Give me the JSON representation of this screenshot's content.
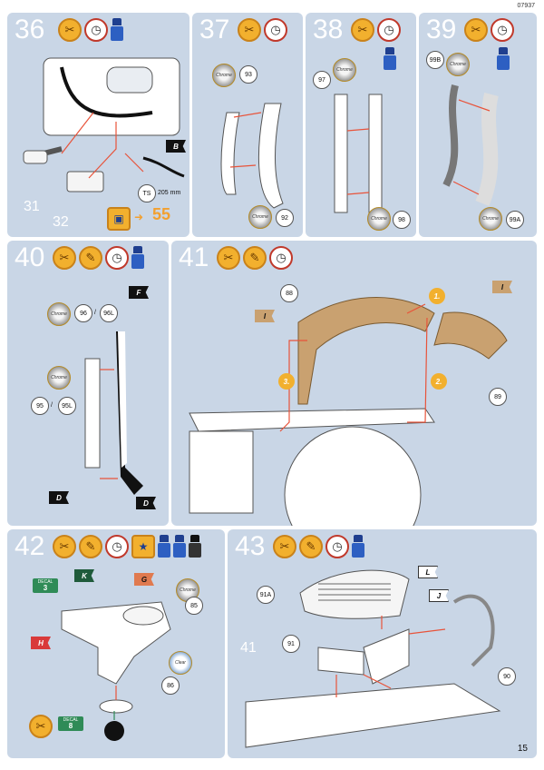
{
  "page": {
    "code": "07937",
    "page_number": "15"
  },
  "steps": {
    "s36": {
      "number": "36",
      "parts": [
        "31",
        "32"
      ],
      "flag": "B",
      "ts_label": "TS",
      "ts_length": "205 mm",
      "goto": "55"
    },
    "s37": {
      "number": "37",
      "parts": [
        "93",
        "92"
      ],
      "chrome": "Chrome"
    },
    "s38": {
      "number": "38",
      "parts": [
        "97",
        "98"
      ],
      "chrome": "Chrome"
    },
    "s39": {
      "number": "39",
      "parts": [
        "99B",
        "99A"
      ],
      "chrome": "Chrome"
    },
    "s40": {
      "number": "40",
      "parts": [
        "96",
        "96L",
        "95",
        "95L"
      ],
      "flags": [
        "F",
        "D",
        "D"
      ],
      "chrome": "Chrome",
      "sep": "/"
    },
    "s41": {
      "number": "41",
      "parts": [
        "88",
        "89"
      ],
      "flags": [
        "I",
        "I"
      ],
      "order": [
        "1.",
        "2.",
        "3."
      ]
    },
    "s42": {
      "number": "42",
      "parts": [
        "85",
        "86"
      ],
      "flags": [
        "K",
        "G",
        "H"
      ],
      "decals": [
        {
          "label": "DECAL",
          "num": "3"
        },
        {
          "label": "DECAL",
          "num": "8"
        }
      ],
      "chrome": "Chrome",
      "clear": "Clear"
    },
    "s43": {
      "number": "43",
      "parts": [
        "91A",
        "91",
        "90",
        "41"
      ],
      "flags": [
        "L",
        "J"
      ]
    }
  },
  "colors": {
    "panel": "#c9d6e6",
    "arrow": "#e8533a",
    "tan_part": "#c9a170",
    "accent": "#f2b02e"
  }
}
